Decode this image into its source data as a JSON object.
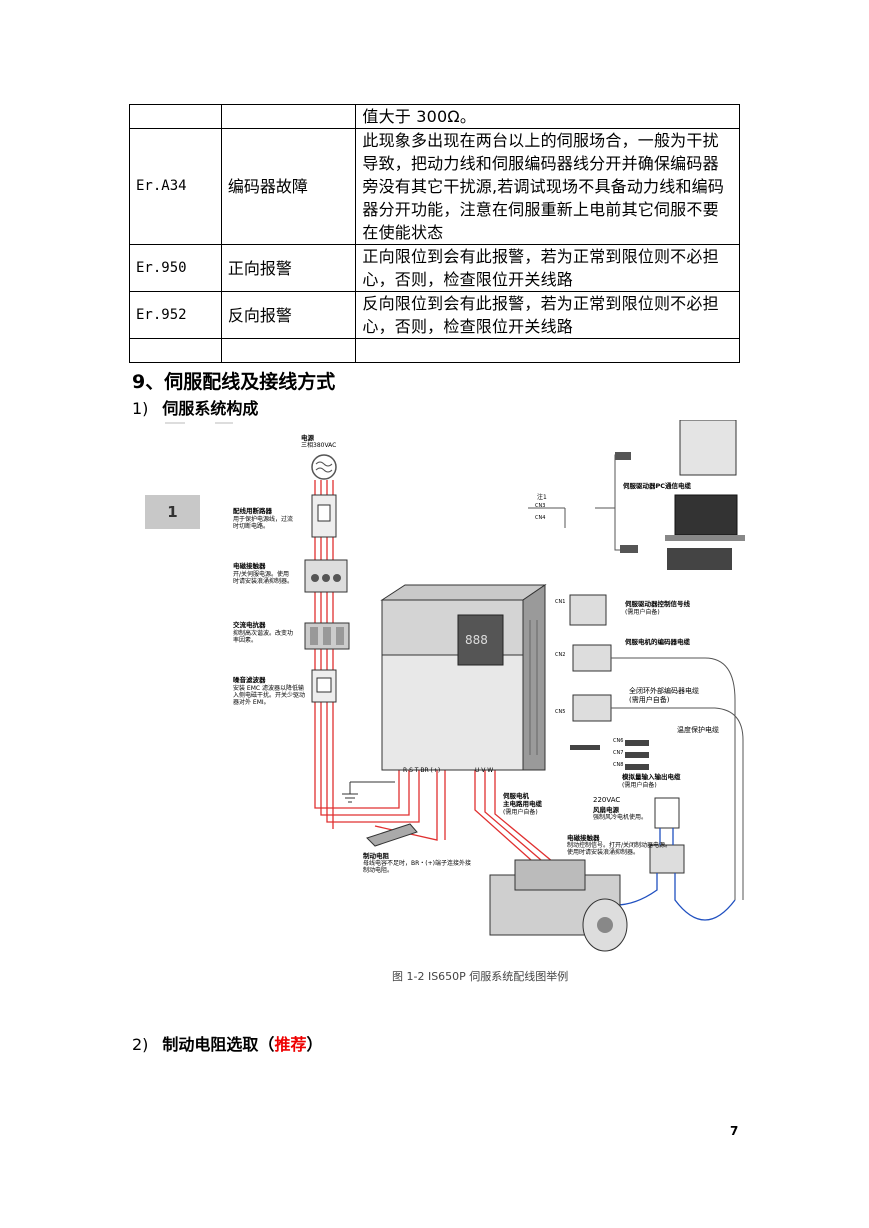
{
  "table": {
    "rows": [
      {
        "code": "",
        "name": "",
        "desc": "值大于 300Ω。"
      },
      {
        "code": "Er.A34",
        "name": "编码器故障",
        "desc": "此现象多出现在两台以上的伺服场合，一般为干扰导致，把动力线和伺服编码器线分开并确保编码器旁没有其它干扰源,若调试现场不具备动力线和编码器分开功能，注意在伺服重新上电前其它伺服不要在使能状态"
      },
      {
        "code": "Er.950",
        "name": "正向报警",
        "desc": "正向限位到会有此报警，若为正常到限位则不必担心，否则，检查限位开关线路"
      },
      {
        "code": "Er.952",
        "name": "反向报警",
        "desc": "反向限位到会有此报警，若为正常到限位则不必担心，否则，检查限位开关线路"
      },
      {
        "code": "",
        "name": "",
        "desc": ""
      }
    ]
  },
  "section": {
    "title": "9、伺服配线及接线方式"
  },
  "sub1": {
    "num": "1)",
    "label": "伺服系统构成"
  },
  "sub2": {
    "num": "2)",
    "label": "制动电阻选取（",
    "highlight": "推荐",
    "close": "）"
  },
  "figure": {
    "badge": "1",
    "caption": "图 1-2 IS650P 伺服系统配线图举例",
    "power_title": "电源",
    "power_sub": "三相380VAC",
    "breaker_title": "配线用断路器",
    "breaker_desc": "用于保护电源线，过流时切断电路。",
    "contactor_title": "电磁接触器",
    "contactor_desc": "开/关伺服电源。使用时请安装浪涌抑制器。",
    "reactor_title": "交流电抗器",
    "reactor_desc": "抑制高次谐波。改变功率因素。",
    "filter_title": "噪音滤波器",
    "filter_desc": "安装 EMC 滤波器以降低输入侧电磁干扰。开关少驱动器对外 EMI。",
    "pc_cable": "伺服驱动器PC通信电缆",
    "ctrl_cable": "伺服驱动器控制信号线",
    "user_prep": "(需用户自备)",
    "enc_cable": "伺服电机的编码器电缆",
    "ext_enc": "全闭环外部编码器电缆",
    "temp": "温度保护电缆",
    "analog": "模拟量输入输出电缆",
    "motor_cable_1": "伺服电机",
    "motor_cable_2": "主电路用电缆",
    "fan_v": "220VAC",
    "fan_t": "风扇电源",
    "fan_d": "强制风冷电机使用。",
    "brk_title": "电磁接触器",
    "brk_desc": "制动控制信号。打开/关闭制动器电源。使用时请安装浪涌抑制器。",
    "res_title": "制动电阻",
    "res_desc": "母线电容不足时，BR・(+)端子连接外接制动电阻。",
    "terminals": "R S T BR (+)",
    "uvw": "U V W",
    "note": "注1",
    "cn": [
      "CN3",
      "CN4",
      "CN1",
      "CN2",
      "CN5",
      "CN6",
      "CN7",
      "CN8"
    ],
    "display": "888"
  },
  "page_number": "7"
}
